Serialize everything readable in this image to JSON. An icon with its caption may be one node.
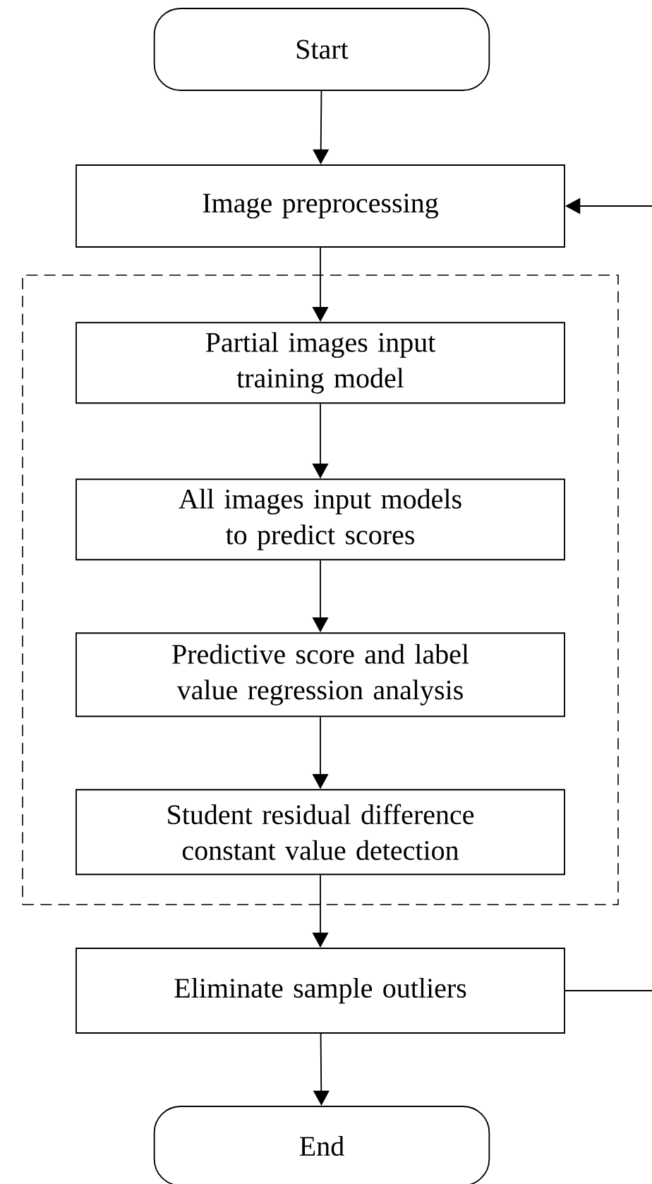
{
  "diagram": {
    "nodes": [
      {
        "text": [
          "Start"
        ]
      },
      {
        "text": [
          "Image preprocessing"
        ]
      },
      {
        "text": [],
        "shape": "box"
      },
      {
        "text": [
          "Partial images input training model"
        ],
        "in": 2
      },
      {
        "text": [
          "All images input models to predict scores"
        ],
        "in": 2
      },
      {
        "text": [
          "Predictive score and label value regression analysis"
        ],
        "in": 2
      },
      {
        "text": [
          "Student residual difference constant value detection"
        ],
        "in": 2
      },
      {
        "text": [
          "Eliminate sample outliers"
        ]
      },
      {
        "text": [
          "End"
        ]
      }
    ],
    "edges": [
      {
        "from": 0,
        "to": 1,
        "arrow": "to"
      },
      {
        "from": 1,
        "to": 3,
        "arrow": "to"
      },
      {
        "from": 3,
        "to": 4,
        "arrow": "to"
      },
      {
        "from": 4,
        "to": 5,
        "arrow": "to"
      },
      {
        "from": 5,
        "to": 6,
        "arrow": "to"
      },
      {
        "from": 6,
        "to": 7,
        "arrow": "to"
      },
      {
        "from": 7,
        "to": null,
        "arrow": "none"
      },
      {
        "from": null,
        "to": 1,
        "arrow": "to"
      },
      {
        "from": 7,
        "to": 8,
        "arrow": "to"
      }
    ]
  }
}
